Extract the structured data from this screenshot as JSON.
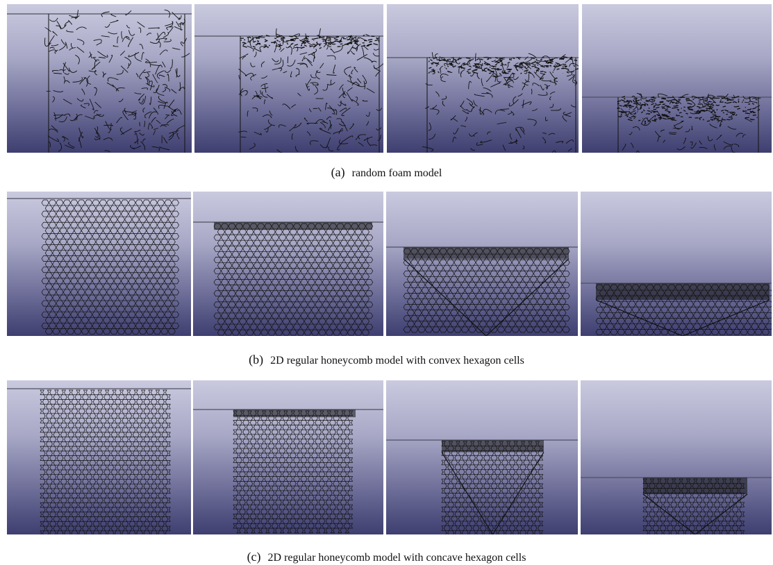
{
  "captions": {
    "a": {
      "tag": "(a)",
      "text": "random foam model"
    },
    "b": {
      "tag": "(b)",
      "text": "2D regular honeycomb model with convex hexagon cells"
    },
    "c": {
      "tag": "(c)",
      "text": "2D regular honeycomb model with concave hexagon cells"
    }
  },
  "colors": {
    "background_top": "#c9c9df",
    "background_bottom": "#3e3e70",
    "cell_lines": "#111111",
    "platen_line": "#505060"
  },
  "rows": [
    {
      "id": "a",
      "model": "random-foam",
      "compression_stages": [
        0,
        0.17,
        0.33,
        0.6
      ]
    },
    {
      "id": "b",
      "model": "convex-hexagon",
      "compression_stages": [
        0,
        0.17,
        0.36,
        0.6
      ]
    },
    {
      "id": "c",
      "model": "concave-hexagon",
      "compression_stages": [
        0,
        0.17,
        0.38,
        0.6
      ]
    }
  ]
}
